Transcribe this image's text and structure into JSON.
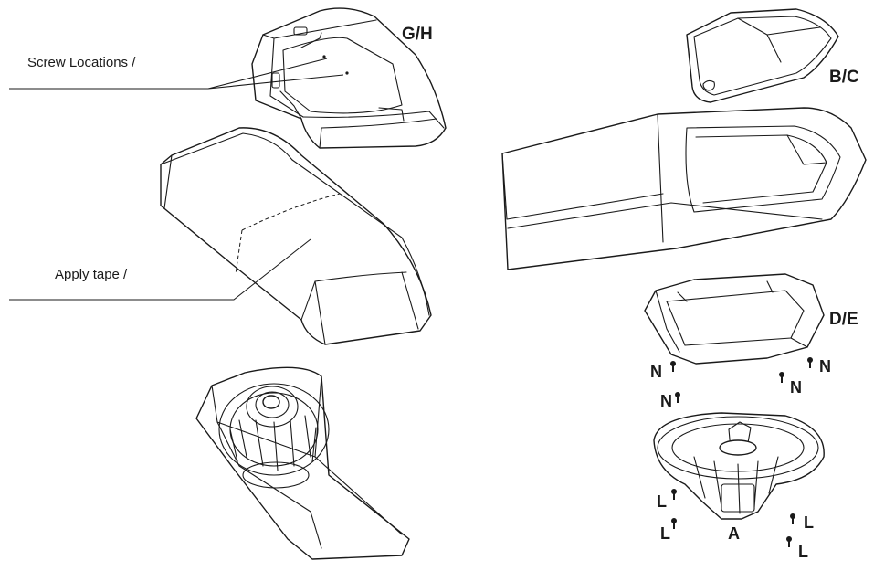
{
  "annotations": {
    "screw_locations": "Screw Locations /",
    "apply_tape": "Apply tape /"
  },
  "part_labels": {
    "gh": "G/H",
    "bc": "B/C",
    "de": "D/E",
    "a": "A",
    "n": "N",
    "l": "L"
  }
}
